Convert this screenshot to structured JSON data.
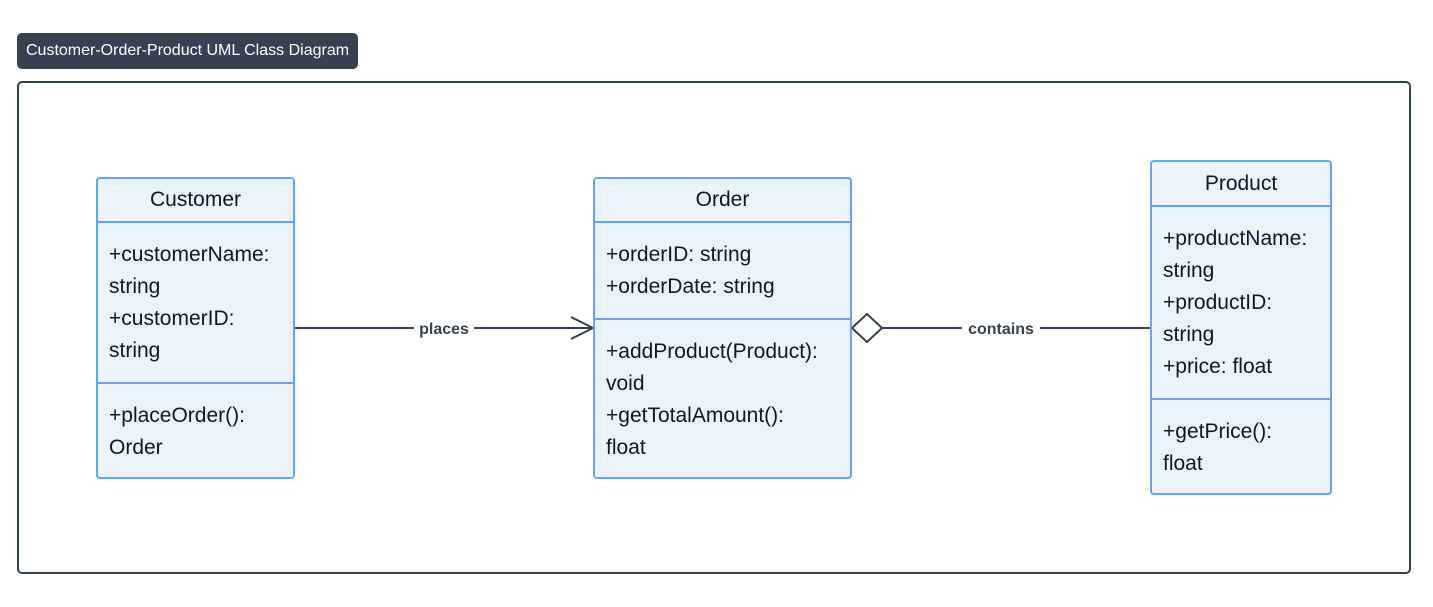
{
  "diagram": {
    "title": "Customer-Order-Product UML Class Diagram",
    "classes": {
      "customer": {
        "name": "Customer",
        "attributes": [
          "+customerName:",
          "string",
          "+customerID:",
          "string"
        ],
        "methods": [
          "+placeOrder():",
          "Order"
        ]
      },
      "order": {
        "name": "Order",
        "attributes": [
          "+orderID: string",
          "+orderDate: string"
        ],
        "methods": [
          "+addProduct(Product):",
          "void",
          "+getTotalAmount():",
          "float"
        ]
      },
      "product": {
        "name": "Product",
        "attributes": [
          "+productName:",
          "string",
          "+productID:",
          "string",
          "+price: float"
        ],
        "methods": [
          "+getPrice():",
          "float"
        ]
      }
    },
    "relations": {
      "places": {
        "label": "places",
        "type": "association"
      },
      "contains": {
        "label": "contains",
        "type": "aggregation"
      }
    },
    "colors": {
      "class_border": "#60a5fa",
      "class_fill": "#ebf3fc",
      "frame_border": "#374151",
      "title_bg": "#374151",
      "line": "#374151"
    }
  }
}
